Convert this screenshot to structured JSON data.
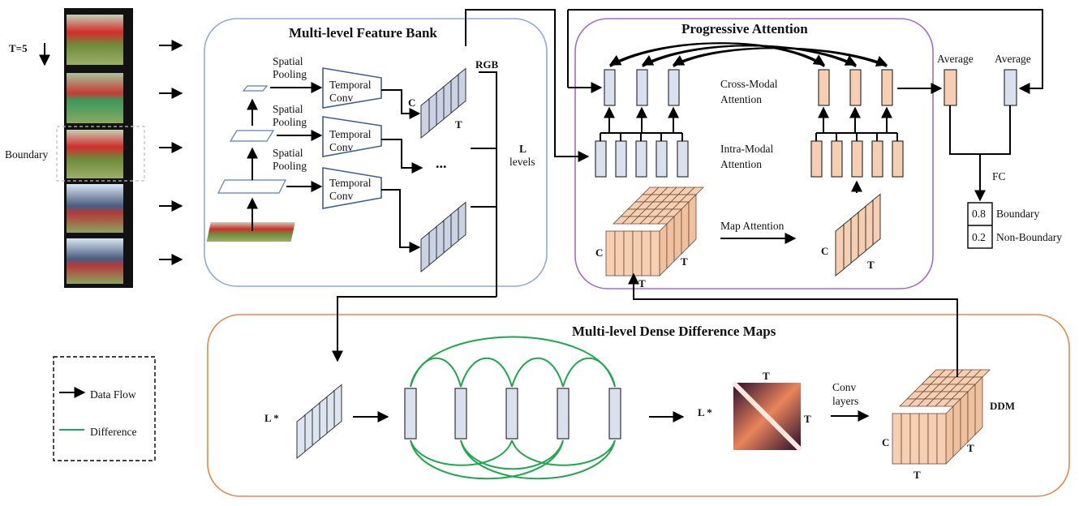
{
  "frames": {
    "axis_label": "T=5",
    "boundary_label": "Boundary"
  },
  "feature_bank": {
    "title": "Multi-level Feature Bank",
    "pooling_line1": "Spatial",
    "pooling_line2": "Pooling",
    "tconv_line1": "Temporal",
    "tconv_line2": "Conv",
    "dim_c": "C",
    "dim_t": "T",
    "rgb": "RGB",
    "ellipsis": "...",
    "levels_line1": "L",
    "levels_line2": "levels"
  },
  "attention": {
    "title": "Progressive Attention",
    "cross_line1": "Cross-Modal",
    "cross_line2": "Attention",
    "intra_line1": "Intra-Modal",
    "intra_line2": "Attention",
    "map_attention": "Map Attention",
    "dim_c": "C",
    "dim_t": "T"
  },
  "classifier": {
    "average": "Average",
    "fc": "FC",
    "outputs": [
      {
        "score": "0.8",
        "label": "Boundary"
      },
      {
        "score": "0.2",
        "label": "Non-Boundary"
      }
    ]
  },
  "ddm_section": {
    "title": "Multi-level Dense Difference Maps",
    "l_star": "L *",
    "dim_t": "T",
    "dim_c": "C",
    "conv_line1": "Conv",
    "conv_line2": "layers",
    "ddm": "DDM"
  },
  "legend": {
    "data_flow": "Data Flow",
    "difference": "Difference"
  },
  "colors": {
    "feature_box_border": "#8eabcf",
    "attention_box_border": "#a66bc9",
    "ddm_box_border": "#e8874a",
    "blue_feature": "#d9e1ee",
    "orange_feature": "#f6cfb2",
    "difference_line": "#1fa84f"
  }
}
